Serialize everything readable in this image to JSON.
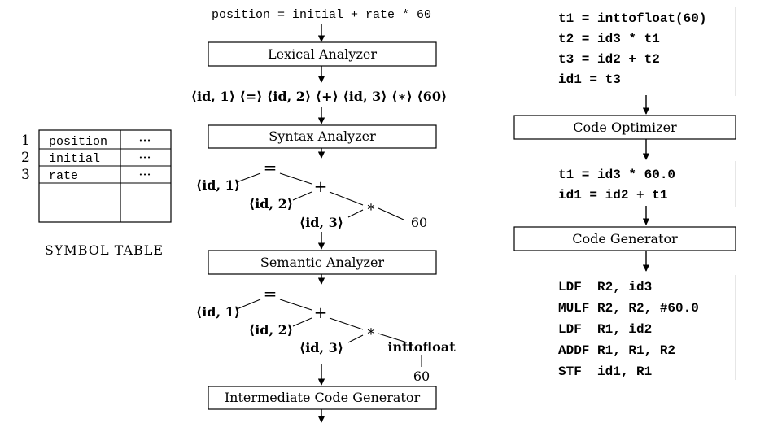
{
  "input_statement": "position = initial + rate * 60",
  "phases": {
    "lexical": "Lexical Analyzer",
    "syntax": "Syntax Analyzer",
    "semantic": "Semantic Analyzer",
    "intermediate": "Intermediate Code Generator",
    "optimizer": "Code Optimizer",
    "generator": "Code Generator"
  },
  "token_stream": "⟨id, 1⟩ ⟨=⟩ ⟨id, 2⟩ ⟨+⟩ ⟨id, 3⟩ ⟨∗⟩ ⟨60⟩",
  "symbol_table": {
    "title": "SYMBOL TABLE",
    "rows": [
      {
        "num": "1",
        "name": "position",
        "attr": "···"
      },
      {
        "num": "2",
        "name": "initial",
        "attr": "···"
      },
      {
        "num": "3",
        "name": "rate",
        "attr": "···"
      }
    ]
  },
  "syntax_tree": {
    "assign": "=",
    "plus": "+",
    "times": "∗",
    "id1": "⟨id, 1⟩",
    "id2": "⟨id, 2⟩",
    "id3": "⟨id, 3⟩",
    "const": "60"
  },
  "semantic_tree": {
    "assign": "=",
    "plus": "+",
    "times": "∗",
    "id1": "⟨id, 1⟩",
    "id2": "⟨id, 2⟩",
    "id3": "⟨id, 3⟩",
    "convert": "inttofloat",
    "const": "60"
  },
  "intermediate_code": [
    "t1 = inttofloat(60)",
    "t2 = id3 * t1",
    "t3 = id2 + t2",
    "id1 = t3"
  ],
  "optimized_code": [
    "t1 = id3 * 60.0",
    "id1 = id2 + t1"
  ],
  "target_code": [
    "LDF  R2, id3",
    "MULF R2, R2, #60.0",
    "LDF  R1, id2",
    "ADDF R1, R1, R2",
    "STF  id1, R1"
  ]
}
